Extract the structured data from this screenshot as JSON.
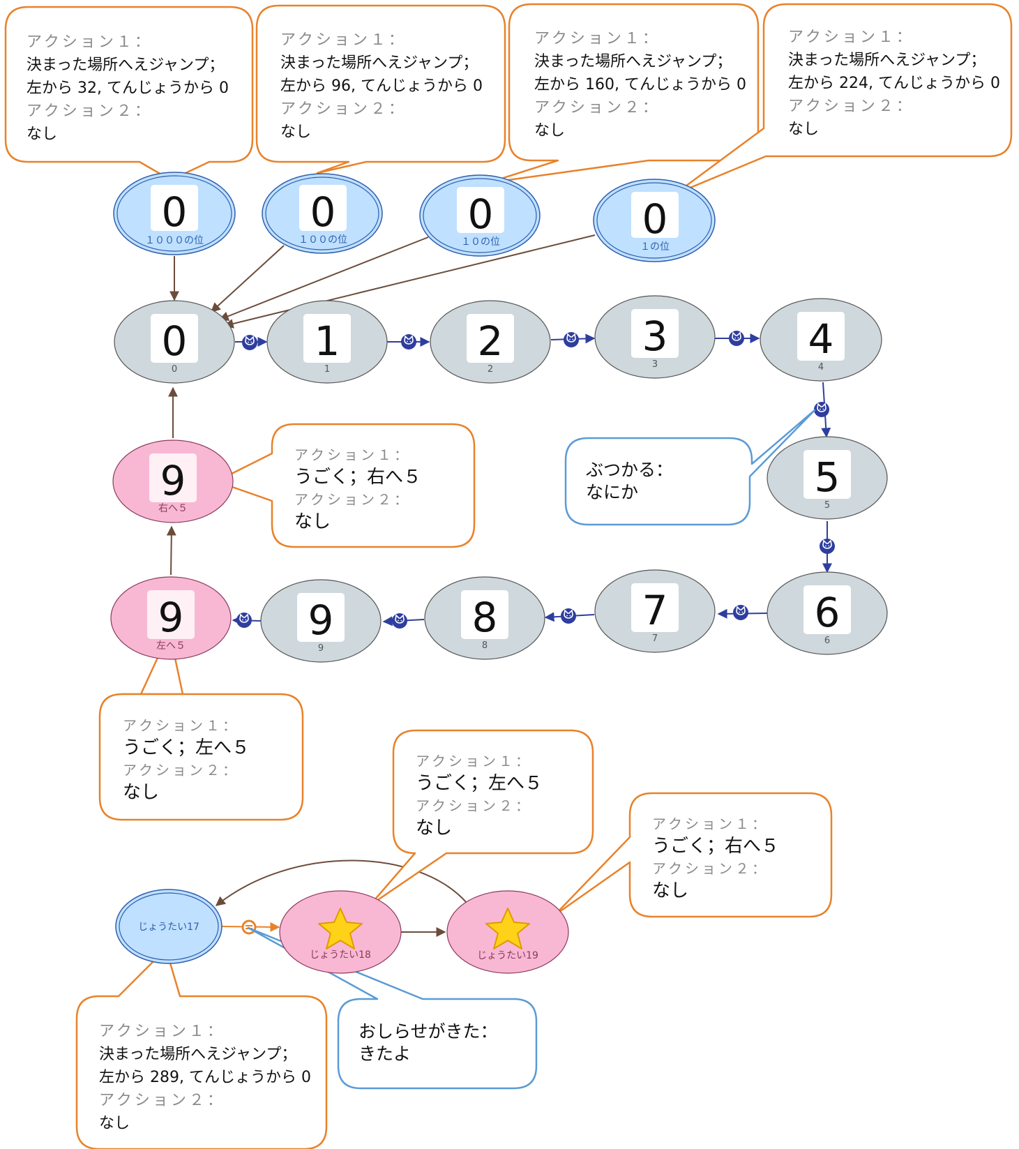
{
  "colors": {
    "orange": "#e8822a",
    "blue_callout": "#5b9bd5",
    "arrow_brown": "#6b4c3b",
    "arrow_blue": "#2e3e9e",
    "node_gray": "#cfd8dc",
    "node_blue": "#bfe0ff",
    "node_pink": "#f8b8d4",
    "star": "#ffd21a"
  },
  "digit_nodes": {
    "place_1000": {
      "digit": "0",
      "label": "１０００の位"
    },
    "place_100": {
      "digit": "0",
      "label": "１００の位"
    },
    "place_10": {
      "digit": "0",
      "label": "１０の位"
    },
    "place_1": {
      "digit": "0",
      "label": "１の位"
    },
    "n0": {
      "digit": "0",
      "label": "0"
    },
    "n1": {
      "digit": "1",
      "label": "1"
    },
    "n2": {
      "digit": "2",
      "label": "2"
    },
    "n3": {
      "digit": "3",
      "label": "3"
    },
    "n4": {
      "digit": "4",
      "label": "4"
    },
    "n5": {
      "digit": "5",
      "label": "5"
    },
    "n6": {
      "digit": "6",
      "label": "6"
    },
    "n7": {
      "digit": "7",
      "label": "7"
    },
    "n8": {
      "digit": "8",
      "label": "8"
    },
    "n9": {
      "digit": "9",
      "label": "9"
    },
    "right5": {
      "digit": "9",
      "label": "右へ５"
    },
    "left5": {
      "digit": "9",
      "label": "左へ５"
    }
  },
  "state_nodes": {
    "s17": {
      "label": "じょうたい17"
    },
    "s18": {
      "label": "じょうたい18"
    },
    "s19": {
      "label": "じょうたい19"
    }
  },
  "callouts": {
    "c1000": {
      "a1": "アクション１：",
      "l1": "決まった場所へえジャンプ；",
      "l2": "左から 32, てんじょうから 0",
      "a2": "アクション２：",
      "v2": "なし"
    },
    "c100": {
      "a1": "アクション１：",
      "l1": "決まった場所へえジャンプ；",
      "l2": "左から 96, てんじょうから 0",
      "a2": "アクション２：",
      "v2": "なし"
    },
    "c10": {
      "a1": "アクション１：",
      "l1": "決まった場所へえジャンプ；",
      "l2": "左から 160, てんじょうから 0",
      "a2": "アクション２：",
      "v2": "なし"
    },
    "c1": {
      "a1": "アクション１：",
      "l1": "決まった場所へえジャンプ；",
      "l2": "左から 224, てんじょうから 0",
      "a2": "アクション２：",
      "v2": "なし"
    },
    "cRight5": {
      "a1": "アクション１：",
      "l1": "うごく；右へ５",
      "a2": "アクション２：",
      "v2": "なし"
    },
    "cLeft5": {
      "a1": "アクション１：",
      "l1": "うごく；左へ５",
      "a2": "アクション２：",
      "v2": "なし"
    },
    "cS18": {
      "a1": "アクション１：",
      "l1": "うごく；左へ５",
      "a2": "アクション２：",
      "v2": "なし"
    },
    "cS19": {
      "a1": "アクション１：",
      "l1": "うごく；右へ５",
      "a2": "アクション２：",
      "v2": "なし"
    },
    "cS17": {
      "a1": "アクション１：",
      "l1": "決まった場所へえジャンプ；",
      "l2": "左から 289, てんじょうから 0",
      "a2": "アクション２：",
      "v2": "なし"
    },
    "cHit": {
      "l1": "ぶつかる：",
      "l2": "なにか"
    },
    "cNotify": {
      "l1": "おしらせがきた：",
      "l2": "きたよ"
    }
  }
}
